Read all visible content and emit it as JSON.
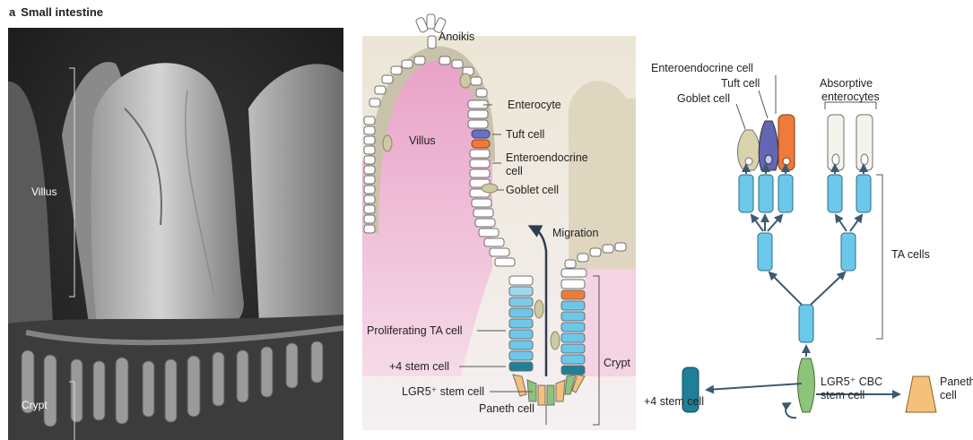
{
  "panel": {
    "letter": "a",
    "title": "Small intestine"
  },
  "micrograph": {
    "villus_label": "Villus",
    "crypt_label": "Crypt"
  },
  "schematic": {
    "anoikis": "Anoikis",
    "villus": "Villus",
    "enterocyte": "Enterocyte",
    "tuft": "Tuft cell",
    "enteroendocrine_1": "Enteroendocrine",
    "enteroendocrine_2": "cell",
    "goblet": "Goblet cell",
    "migration": "Migration",
    "proliferating": "Proliferating TA cell",
    "plus4": "+4 stem cell",
    "lgr5": "LGR5⁺ stem cell",
    "paneth": "Paneth cell",
    "crypt": "Crypt"
  },
  "lineage": {
    "enteroendocrine": "Enteroendocrine cell",
    "tuft": "Tuft cell",
    "goblet": "Goblet cell",
    "absorptive_1": "Absorptive",
    "absorptive_2": "enterocytes",
    "ta_cells": "TA cells",
    "plus4": "+4 stem cell",
    "cbc_1": "LGR5⁺ CBC",
    "cbc_2": "stem cell",
    "paneth_1": "Paneth",
    "paneth_2": "cell"
  },
  "colors": {
    "ta_cyan": "#6cc8ea",
    "stem_green": "#8ec37a",
    "plus4_teal": "#1f7f96",
    "paneth_orange": "#f4c07a",
    "tuft_purple": "#6466b4",
    "enteroendo_orange": "#f07a3a",
    "villus_pink": "#e7a6c8",
    "background_beige": "#e6dfcb",
    "arrow": "#3d5a70"
  }
}
